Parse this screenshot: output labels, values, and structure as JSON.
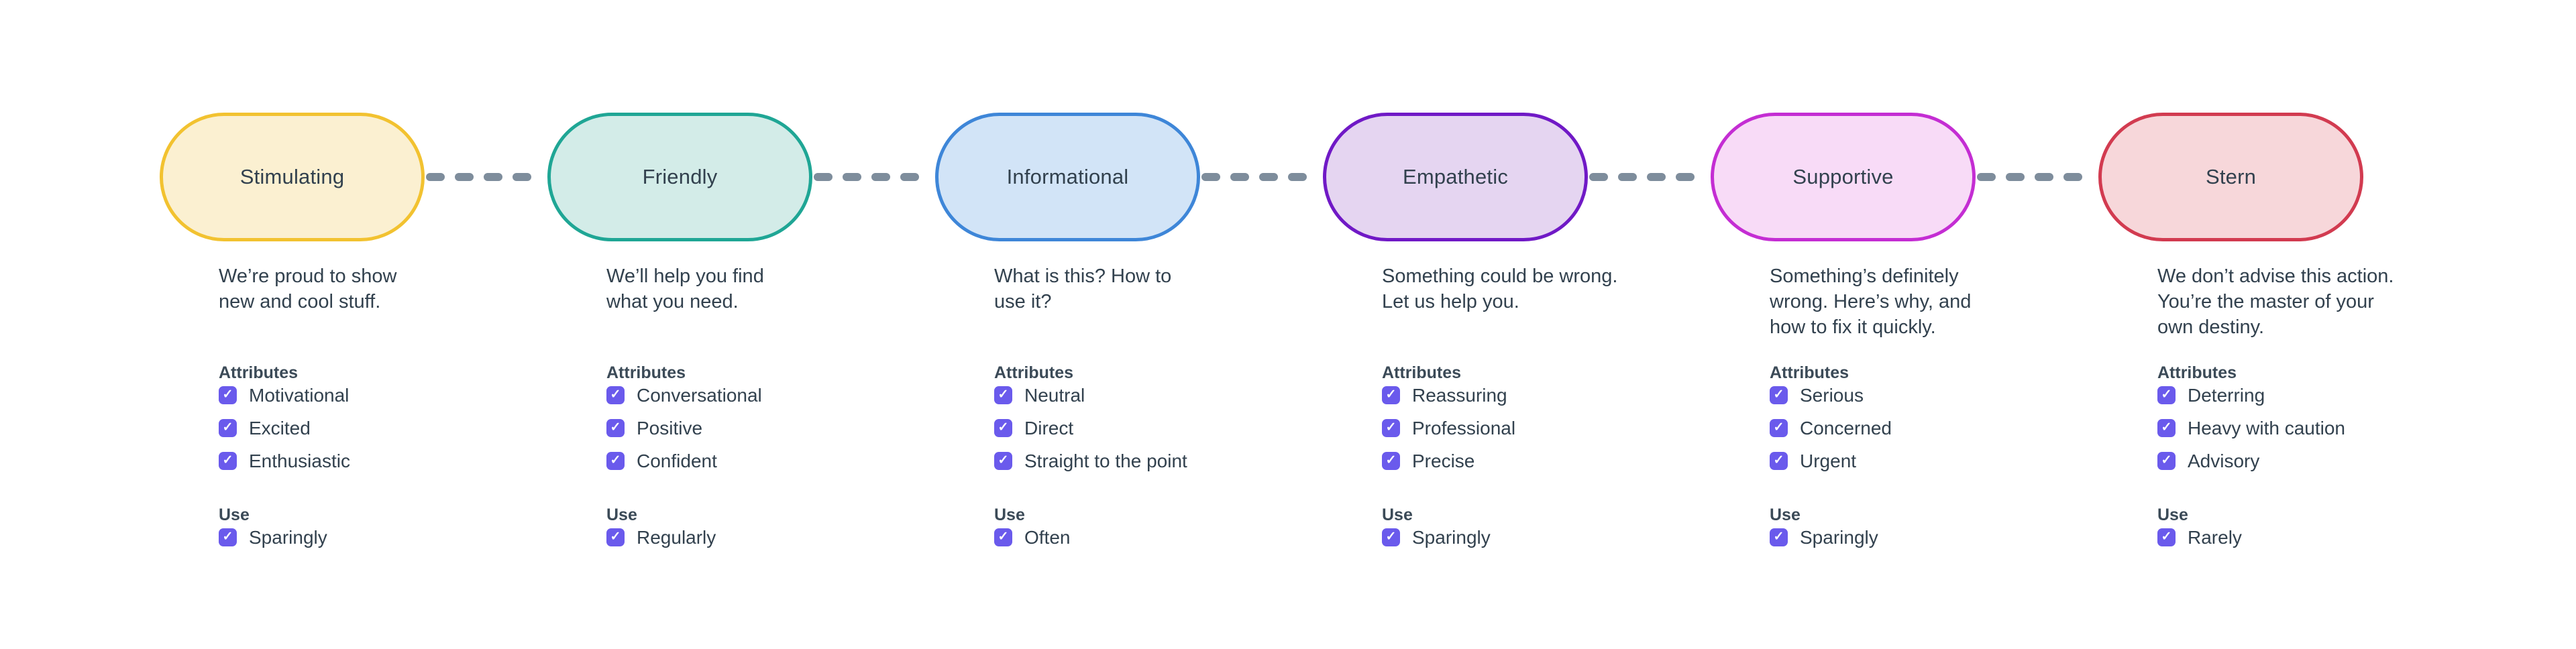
{
  "diagram": {
    "background": "#ffffff",
    "text_color": "#32414E",
    "heading_color": "#3B4A57",
    "connector": {
      "color": "#7E8D9C"
    },
    "checkbox": {
      "fill": "#6A5AEC",
      "icon": "✓",
      "icon_color": "#ffffff",
      "checked": true
    },
    "labels": {
      "attributes": "Attributes",
      "use": "Use"
    },
    "nodes": [
      {
        "title": "Stimulating",
        "fill": "#FBF0D1",
        "border": "#F2C230",
        "description": "We’re proud to show\nnew and cool stuff.",
        "attributes": [
          "Motivational",
          "Excited",
          "Enthusiastic"
        ],
        "use": "Sparingly"
      },
      {
        "title": "Friendly",
        "fill": "#D3ECE8",
        "border": "#1FA695",
        "description": "We’ll help you find\nwhat you need.",
        "attributes": [
          "Conversational",
          "Positive",
          "Confident"
        ],
        "use": "Regularly"
      },
      {
        "title": "Informational",
        "fill": "#D2E4F7",
        "border": "#3E86D8",
        "description": "What is this? How to\nuse it?",
        "attributes": [
          "Neutral",
          "Direct",
          "Straight to the point"
        ],
        "use": "Often"
      },
      {
        "title": "Empathetic",
        "fill": "#E5D5F1",
        "border": "#7019C6",
        "description": "Something could be wrong.\nLet us help you.",
        "attributes": [
          "Reassuring",
          "Professional",
          "Precise"
        ],
        "use": "Sparingly"
      },
      {
        "title": "Supportive",
        "fill": "#F8DBF7",
        "border": "#C42DD3",
        "description": "Something’s definitely\nwrong. Here’s why, and\nhow to fix it quickly.",
        "attributes": [
          "Serious",
          "Concerned",
          "Urgent"
        ],
        "use": "Sparingly"
      },
      {
        "title": "Stern",
        "fill": "#F7D7DA",
        "border": "#D23B50",
        "description": "We don’t advise this action.\nYou’re the master of your\nown destiny.",
        "attributes": [
          "Deterring",
          "Heavy with caution",
          "Advisory"
        ],
        "use": "Rarely"
      }
    ]
  }
}
